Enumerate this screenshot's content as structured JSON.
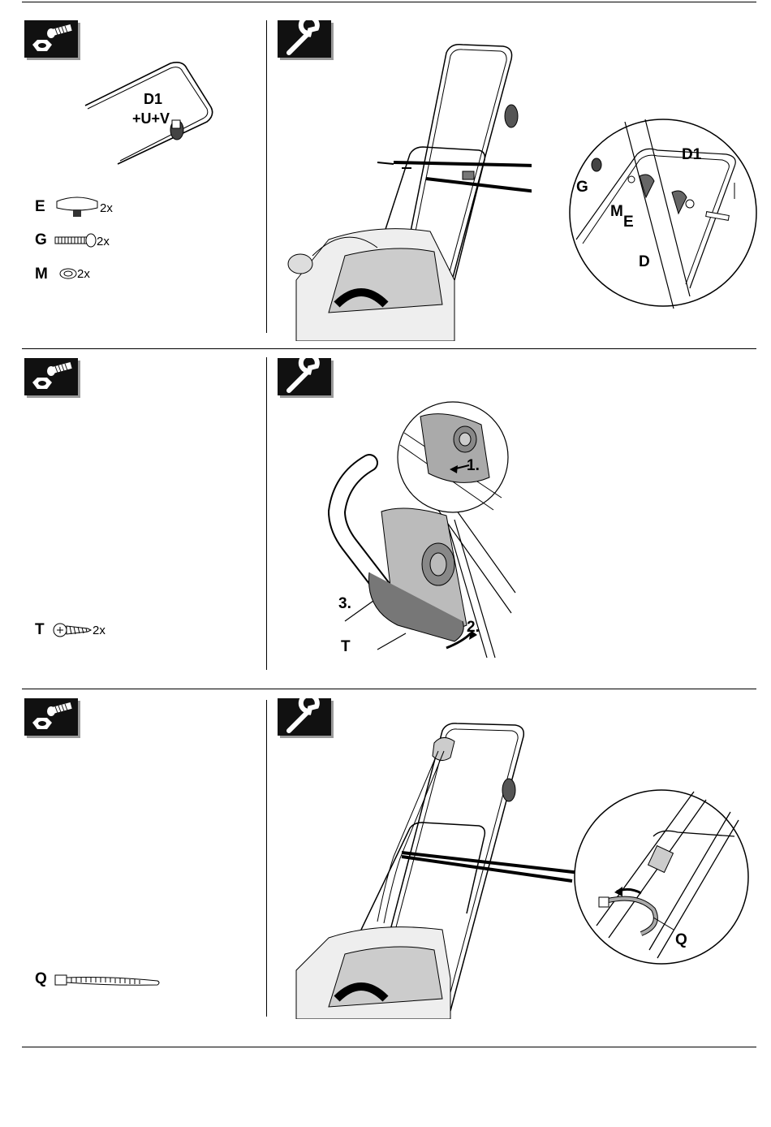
{
  "panel1": {
    "handle_label_line1": "D1",
    "handle_label_line2": "+U+V",
    "parts": [
      {
        "letter": "E",
        "qty": "2x",
        "icon": "wing-knob-icon"
      },
      {
        "letter": "G",
        "qty": "2x",
        "icon": "carriage-bolt-icon"
      },
      {
        "letter": "M",
        "qty": "2x",
        "icon": "washer-icon"
      }
    ],
    "callouts": {
      "d1": "D1",
      "g": "G",
      "m": "M",
      "e": "E",
      "d": "D"
    }
  },
  "panel2": {
    "parts": [
      {
        "letter": "T",
        "qty": "2x",
        "icon": "screw-icon"
      }
    ],
    "steps": [
      "1.",
      "2.",
      "3."
    ],
    "callout_t": "T"
  },
  "panel3": {
    "parts": [
      {
        "letter": "Q",
        "qty": "",
        "icon": "cable-tie-icon"
      }
    ],
    "callout_q": "Q"
  },
  "icons": {
    "parts_icon": "nut-and-bolt-icon",
    "tool_icon": "wrench-icon"
  }
}
